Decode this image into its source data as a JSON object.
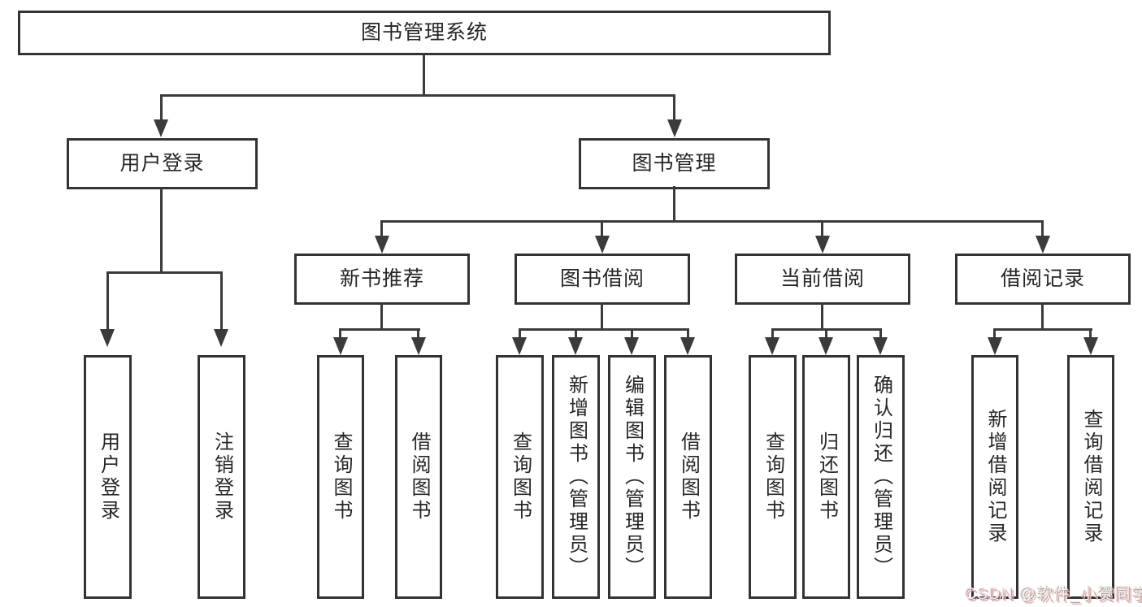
{
  "tree": {
    "label": "图书管理系统",
    "children": [
      {
        "label": "用户登录",
        "children": [
          {
            "label": "用户登录"
          },
          {
            "label": "注销登录"
          }
        ]
      },
      {
        "label": "图书管理",
        "children": [
          {
            "label": "新书推荐",
            "children": [
              {
                "label": "查询图书"
              },
              {
                "label": "借阅图书"
              }
            ]
          },
          {
            "label": "图书借阅",
            "children": [
              {
                "label": "查询图书"
              },
              {
                "label": "新增图书（管理员）"
              },
              {
                "label": "编辑图书（管理员）"
              },
              {
                "label": "借阅图书"
              }
            ]
          },
          {
            "label": "当前借阅",
            "children": [
              {
                "label": "查询图书"
              },
              {
                "label": "归还图书"
              },
              {
                "label": "确认归还（管理员）"
              }
            ]
          },
          {
            "label": "借阅记录",
            "children": [
              {
                "label": "新增借阅记录"
              },
              {
                "label": "查询借阅记录"
              }
            ]
          }
        ]
      }
    ]
  },
  "watermark": {
    "text": "CSDN @软件_小贺同学"
  },
  "colors": {
    "background": "#ffffff",
    "box_border": "#333333",
    "connector_line": "#3b3b3b",
    "text": "#262626",
    "watermark_text": "#ededed",
    "watermark_shadow": "#f0a8a8"
  }
}
